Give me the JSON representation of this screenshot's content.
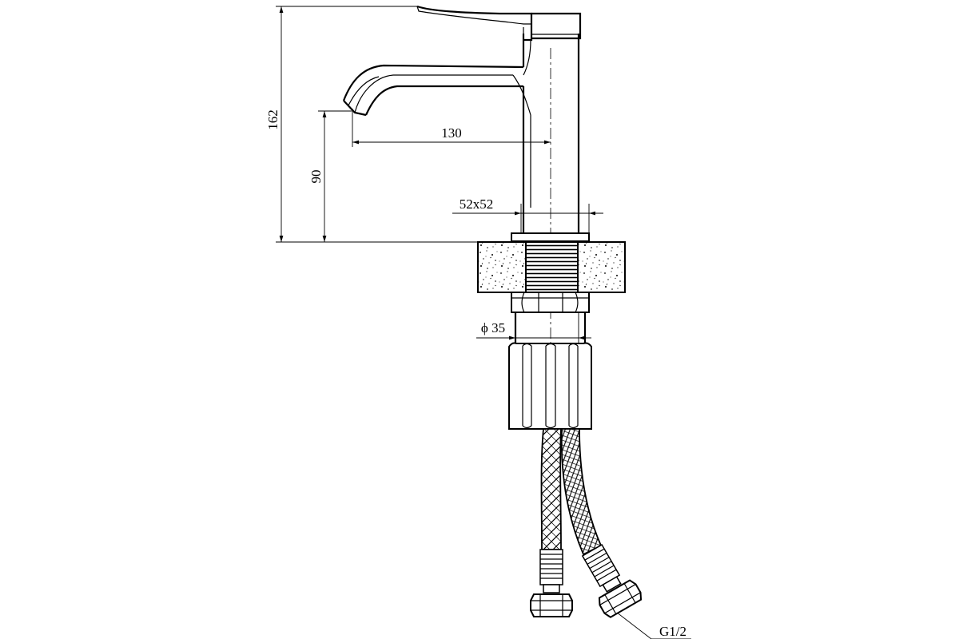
{
  "drawing": {
    "dimensions": {
      "height_total": "162",
      "spout_height": "90",
      "spout_reach": "130",
      "base_size": "52x52",
      "shank_diameter": "ϕ 35",
      "connection_thread": "G1/2"
    },
    "colors": {
      "line": "#000000",
      "background": "#ffffff"
    }
  }
}
